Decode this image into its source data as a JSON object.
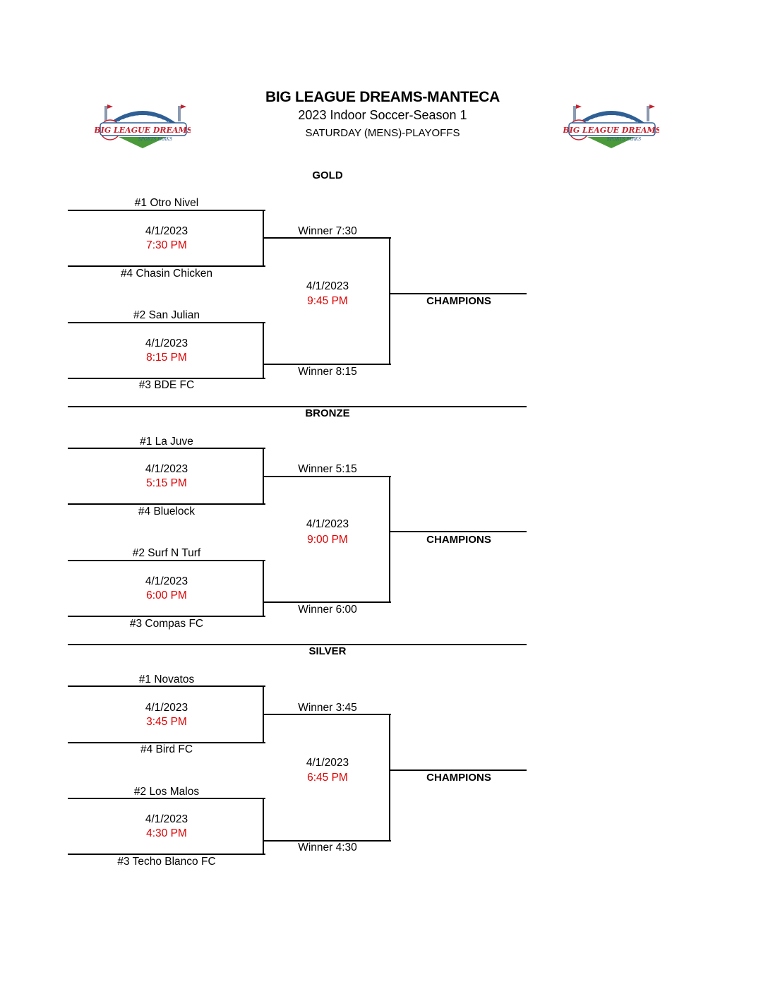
{
  "header": {
    "title": "BIG LEAGUE DREAMS-MANTECA",
    "subtitle": "2023 Indoor Soccer-Season 1",
    "division": "SATURDAY (MENS)-PLAYOFFS",
    "logo_text": "BIG LEAGUE DREAMS",
    "logo_subtext": "SPORTS PARKS"
  },
  "colors": {
    "time": "#e00000",
    "logo_blue": "#2e5f95",
    "logo_red": "#c8202e",
    "logo_green": "#4a9a3a"
  },
  "brackets": [
    {
      "name": "GOLD",
      "semis": [
        {
          "team_top": "#1 Otro Nivel",
          "team_bottom": "#4 Chasin Chicken",
          "date": "4/1/2023",
          "time": "7:30 PM",
          "winner_label": "Winner 7:30"
        },
        {
          "team_top": "#2 San Julian",
          "team_bottom": "#3 BDE FC",
          "date": "4/1/2023",
          "time": "8:15 PM",
          "winner_label": "Winner 8:15"
        }
      ],
      "final": {
        "date": "4/1/2023",
        "time": "9:45 PM",
        "champion_label": "CHAMPIONS"
      }
    },
    {
      "name": "BRONZE",
      "semis": [
        {
          "team_top": "#1 La Juve",
          "team_bottom": "#4 Bluelock",
          "date": "4/1/2023",
          "time": "5:15 PM",
          "winner_label": "Winner 5:15"
        },
        {
          "team_top": "#2 Surf N Turf",
          "team_bottom": "#3 Compas FC",
          "date": "4/1/2023",
          "time": "6:00 PM",
          "winner_label": "Winner 6:00"
        }
      ],
      "final": {
        "date": "4/1/2023",
        "time": "9:00 PM",
        "champion_label": "CHAMPIONS"
      }
    },
    {
      "name": "SILVER",
      "semis": [
        {
          "team_top": "#1 Novatos",
          "team_bottom": "#4 Bird FC",
          "date": "4/1/2023",
          "time": "3:45 PM",
          "winner_label": "Winner 3:45"
        },
        {
          "team_top": "#2 Los Malos",
          "team_bottom": "#3 Techo Blanco FC",
          "date": "4/1/2023",
          "time": "4:30 PM",
          "winner_label": "Winner 4:30"
        }
      ],
      "final": {
        "date": "4/1/2023",
        "time": "6:45 PM",
        "champion_label": "CHAMPIONS"
      }
    }
  ]
}
